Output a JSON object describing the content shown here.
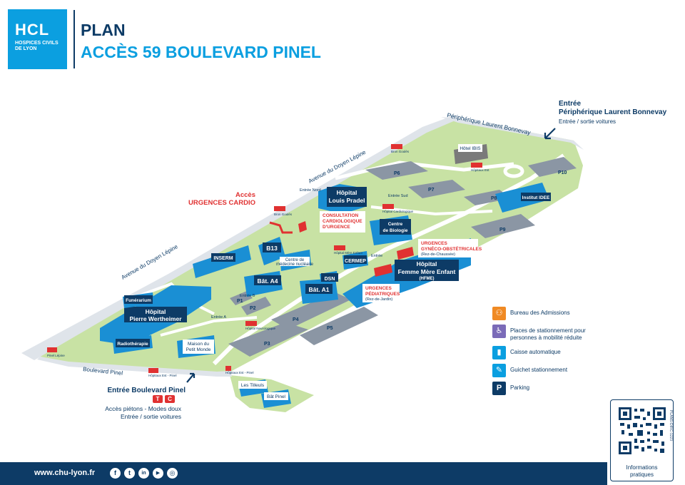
{
  "logo": {
    "main": "HCL",
    "sub": "HOSPICES CIVILS DE LYON"
  },
  "header": {
    "title": "PLAN",
    "subtitle": "ACCÈS 59 BOULEVARD PINEL"
  },
  "roads": {
    "peripherique": "Périphérique Laurent Bonnevay",
    "doyen_top": "Avenue du Doyen Lépine",
    "doyen_left": "Avenue du Doyen Lépine",
    "pinel": "Boulevard Pinel"
  },
  "entrances": {
    "nord_title_1": "Entrée",
    "nord_title_2": "Périphérique Laurent Bonnevay",
    "nord_sub": "Entrée / sortie voitures",
    "sud_title": "Entrée Boulevard Pinel",
    "sud_badges": [
      "T",
      "C"
    ],
    "sud_sub_1": "Accès piétons - Modes doux",
    "sud_sub_2": "Entrée / sortie voitures",
    "entree_nord": "Entrée Nord",
    "entree_sud": "Entrée Sud",
    "entree_a": "Entrée A",
    "entree_b": "Entrée B",
    "entree": "Entrée"
  },
  "emergency": {
    "acces_1": "Accès",
    "acces_2": "URGENCES CARDIO",
    "cardio_1": "CONSULTATION",
    "cardio_2": "CARDIOLOGIQUE",
    "cardio_3": "D'URGENCE",
    "gyneco_1": "URGENCES",
    "gyneco_2": "GYNÉCO-OBSTÉTRICALES",
    "gyneco_3": "(Rez-de-Chaussée)",
    "pedia_1": "URGENCES",
    "pedia_2": "PÉDIATRIQUES",
    "pedia_3": "(Rez-de-Jardin)"
  },
  "buildings": {
    "louis_pradel_1": "Hôpital",
    "louis_pradel_2": "Louis Pradel",
    "hfme_1": "Hôpital",
    "hfme_2": "Femme Mère Enfant",
    "hfme_3": "(HFME)",
    "pw_1": "Hôpital",
    "pw_2": "Pierre Wertheimer",
    "b13": "B13",
    "bat_a4": "Bât. A4",
    "bat_a1": "Bât. A1",
    "dsn": "DSN",
    "cermep": "CERMEP",
    "inserm": "INSERM",
    "centre_bio_1": "Centre",
    "centre_bio_2": "de Biologie",
    "institut_idee": "Institut IDEE",
    "hotel_ibis": "Hôtel IBIS",
    "funerarium": "Funérarium",
    "radiotherapie": "Radiothérapie",
    "maison_1": "Maison du",
    "maison_2": "Petit Monde",
    "medecine_nucl_1": "Centre de",
    "medecine_nucl_2": "médecine nucléaire",
    "les_tilleuls": "Les Tilleuls",
    "bat_pinel": "Bât Pinel"
  },
  "parkings": [
    "P1",
    "P2",
    "P3",
    "P4",
    "P5",
    "P6",
    "P7",
    "P8",
    "P9",
    "P10"
  ],
  "stops": {
    "bron_gaulois_1": "Bron Goulès",
    "bron_gaulois_2": "Bron Goulès",
    "hopitaux_est": "Hôpitaux Est",
    "hopital_cardio": "Hôpital Cardiologique",
    "hopital_mere": "Hôpital Mère Enfant",
    "hopital_neuro": "Hôpital Neurologique",
    "hopitaux_est_pinel_1": "Hôpitaux Est - Pinel",
    "hopitaux_est_pinel_2": "Hôpitaux Est - Pinel",
    "pinel_lepine": "Pinel Lépine"
  },
  "legend": {
    "items": [
      {
        "label": "Bureau des Admissions",
        "icon": "admissions-icon",
        "color": "#f08a24",
        "glyph": "⚇"
      },
      {
        "label": "Places de stationnement pour personnes à mobilité réduite",
        "icon": "wheelchair-icon",
        "color": "#7b6bb8",
        "glyph": "♿"
      },
      {
        "label": "Caisse automatique",
        "icon": "payment-machine-icon",
        "color": "#0b9fe0",
        "glyph": "▮"
      },
      {
        "label": "Guichet stationnement",
        "icon": "parking-desk-icon",
        "color": "#0b9fe0",
        "glyph": "✎"
      },
      {
        "label": "Parking",
        "icon": "parking-icon",
        "color": "#0d3b66",
        "glyph": "P"
      }
    ]
  },
  "qr": {
    "caption_1": "Informations",
    "caption_2": "pratiques",
    "ref": "PLANS-DIRC-1223"
  },
  "footer": {
    "url": "www.chu-lyon.fr",
    "social": [
      "f",
      "t",
      "in",
      "▶",
      "◎"
    ],
    "social_names": [
      "facebook-icon",
      "twitter-icon",
      "linkedin-icon",
      "youtube-icon",
      "instagram-icon"
    ]
  },
  "colors": {
    "navy": "#0d3b66",
    "brand_blue": "#0b9fe0",
    "building": "#1a8fd4",
    "grass": "#c8e2a4",
    "parking_gray": "#8b96a4",
    "road": "#ffffff",
    "emergency_red": "#e03131"
  }
}
